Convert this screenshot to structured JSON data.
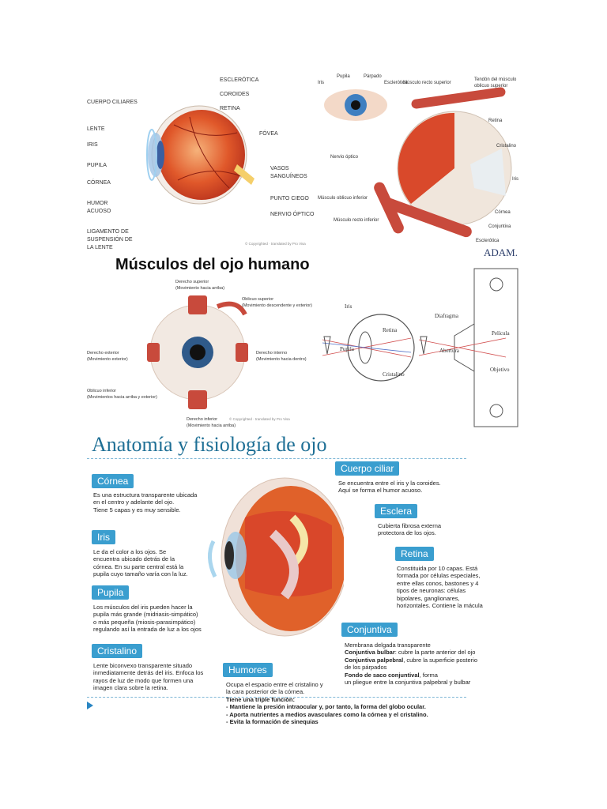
{
  "panel1": {
    "labels": {
      "esclerotica": "ESCLERÓTICA",
      "coroides": "COROIDES",
      "retina": "RETINA",
      "cuerpo_ciliares": "CUERPO CILIARES",
      "fovea": "FÓVEA",
      "lente": "LENTE",
      "iris": "IRIS",
      "pupila": "PUPILA",
      "cornea": "CÓRNEA",
      "humor1": "HUMOR",
      "humor2": "ACUOSO",
      "vasos1": "VASOS",
      "vasos2": "SANGUÍNEOS",
      "punto_ciego": "PUNTO CIEGO",
      "nervio_optico": "NERVIO ÓPTICO",
      "lig1": "LIGAMENTO DE",
      "lig2": "SUSPENSIÓN DE",
      "lig3": "LA LENTE"
    },
    "credit": "© Copyrighted · translated by Pro Visa"
  },
  "panel2": {
    "labels": {
      "iris": "Iris",
      "pupila": "Pupila",
      "parpado": "Párpado",
      "esclerotica": "Esclerótica",
      "musculo_recto_superior": "Músculo recto superior",
      "tendon1": "Tendón del músculo",
      "tendon2": "oblicuo superior",
      "retina": "Retina",
      "nervio_optico": "Nervio óptico",
      "cristalino": "Cristalino",
      "iris2": "Iris",
      "musculo_oblicuo_inferior": "Músculo oblicuo inferior",
      "cornea": "Córnea",
      "conjuntiva": "Conjuntiva",
      "musculo_recto_inferior": "Músculo recto inferior",
      "esclerotica2": "Esclerótica"
    },
    "logo": "ADAM."
  },
  "panel3": {
    "title": "Músculos del ojo humano",
    "labels": {
      "ds1": "Derecho superior",
      "ds2": "(Movimiento hacia arriba)",
      "os1": "Oblicuo superior",
      "os2": "(Movimiento descendente y exterior)",
      "de1": "Derecho exterior",
      "de2": "(Movimiento exterior)",
      "di1": "Derecho interno",
      "di2": "(Movimiento hacia dentro)",
      "oi1": "Oblicuo inferior",
      "oi2": "(Movimientos hacia arriba y exterior)",
      "dinf1": "Derecho inferior",
      "dinf2": "(Movimiento hacia arriba)"
    },
    "credit": "© Copyrighted · translated by Pro Visa"
  },
  "panel4": {
    "labels": {
      "iris": "Iris",
      "retina": "Retina",
      "pupila": "Pupila",
      "cristalino": "Cristalino",
      "diafragma": "Diafragma",
      "pelicula": "Película",
      "abertura": "Abertura",
      "objetivo": "Objetivo"
    }
  },
  "infographic": {
    "title": "Anatomía y fisiología de ojo",
    "sections": {
      "cornea": {
        "title": "Córnea",
        "lines": [
          "Es una estructura transparente ubicada",
          "en el centro y adelante del ojo.",
          "Tiene 5 capas y es muy sensible."
        ]
      },
      "iris": {
        "title": "Iris",
        "lines": [
          "Le da el color a los ojos. Se",
          "encuentra ubicado detrás de la",
          "córnea. En su parte central está la",
          "pupila cuyo tamaño varía con la luz."
        ]
      },
      "pupila": {
        "title": "Pupila",
        "lines": [
          "Los músculos del iris pueden hacer la",
          "pupila más grande (midriasis-simpático)",
          "o más pequeña (miosis-parasimpático)",
          "regulando así la entrada de luz a los ojos"
        ]
      },
      "cristalino": {
        "title": "Cristalino",
        "lines": [
          "Lente biconvexo transparente situado",
          "inmediatamente detrás del iris. Enfoca los",
          "rayos de luz de modo que formen una",
          "imagen clara sobre la retina."
        ]
      },
      "cuerpo_ciliar": {
        "title": "Cuerpo ciliar",
        "lines": [
          "Se encuentra entre el iris y la coroides.",
          "Aquí se forma el humor acuoso."
        ]
      },
      "esclera": {
        "title": "Esclera",
        "lines": [
          "Cubierta fibrosa externa",
          "protectora de los ojos."
        ]
      },
      "retina": {
        "title": "Retina",
        "lines": [
          "Constituida por 10 capas. Está",
          "formada por células especiales,",
          "entre ellas conos, bastones y 4",
          "tipos de neuronas: células",
          "bipolares, ganglionares,",
          "horizontales. Contiene la mácula"
        ]
      },
      "conjuntiva": {
        "title": "Conjuntiva",
        "line1": "Membrana delgada transparente",
        "bulbar_bold": "Conjuntiva bulbar",
        "bulbar_rest": ": cubre la parte anterior del ojo",
        "palpebral_bold": "Conjuntiva palpebral",
        "palpebral_rest": ", cubre la superficie posterio",
        "line4": "de los párpados",
        "fondo_bold": "Fondo de saco conjuntival",
        "fondo_rest": ", forma",
        "line6": "un pliegue entre la conjuntiva palpebral y bulbar"
      },
      "humores": {
        "title": "Humores",
        "lines": [
          "Ocupa el espacio entre el cristalino y",
          "la cara posterior de la córnea."
        ],
        "bold_lines": [
          "Tiene una triple función:",
          "- Mantiene la presión intraocular y, por tanto, la forma del globo ocular.",
          "- Aporta nutrientes a medios avasculares como la córnea y el cristalino.",
          "- Evita la formación de sinequias"
        ]
      }
    }
  },
  "colors": {
    "accent": "#3a9ecf",
    "title_blue": "#1e6f95",
    "muscle_red": "#c84a3c",
    "sclera": "#f0e6dc"
  }
}
